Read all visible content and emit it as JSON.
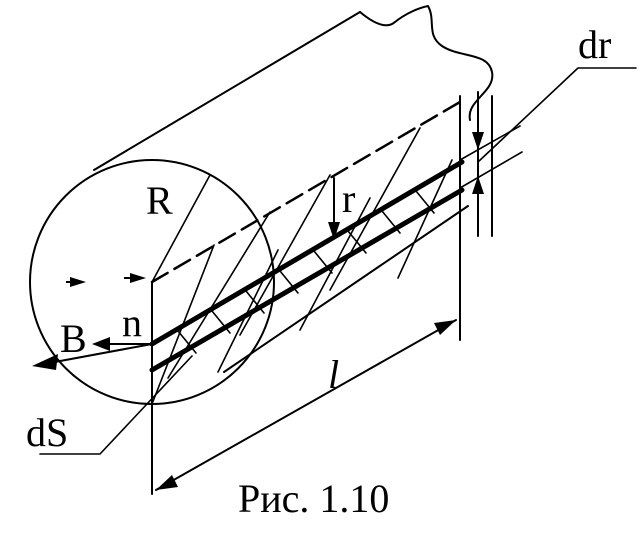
{
  "figure": {
    "labels": {
      "R": "R",
      "r": "r",
      "dr": "dr",
      "n": "n",
      "B": "B",
      "dS": "dS",
      "l": "l"
    },
    "caption": "Рис. 1.10",
    "colors": {
      "ink": "#000000",
      "background": "#ffffff"
    }
  }
}
